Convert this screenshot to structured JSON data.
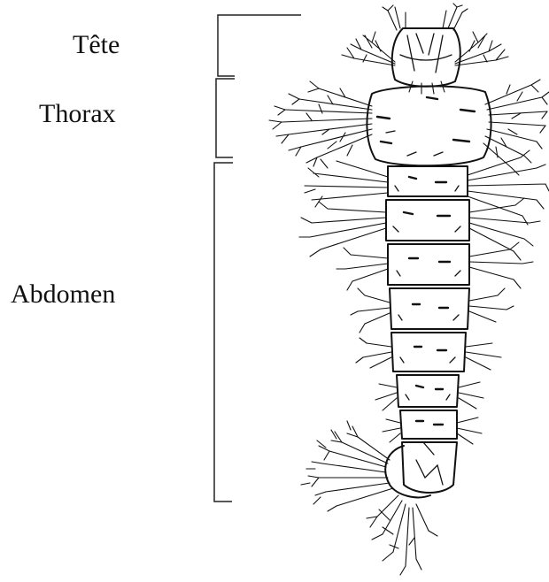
{
  "labels": {
    "head": "Tête",
    "thorax": "Thorax",
    "abdomen": "Abdomen"
  }
}
